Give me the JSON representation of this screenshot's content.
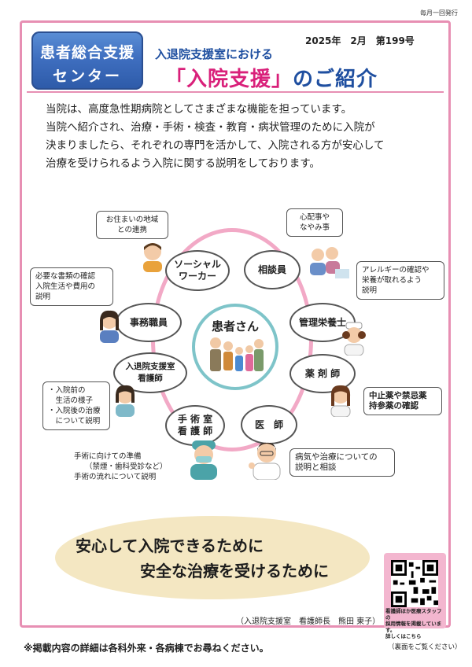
{
  "header": {
    "top_note": "毎月一回発行",
    "logo_line1": "患者総合支援",
    "logo_line2": "センター",
    "issue": "2025年　2月　第199号",
    "subtitle": "入退院支援室における",
    "title_highlight": "「入院支援」",
    "title_rest": "のご紹介"
  },
  "intro": {
    "line1": "当院は、高度急性期病院としてさまざまな機能を担っています。",
    "line2": "当院へ紹介され、治療・手術・検査・教育・病状管理のために入院が",
    "line3": "決まりましたら、それぞれの専門を活かして、入院される方が安心して",
    "line4": "治療を受けられるよう入院に関する説明をしております。"
  },
  "diagram": {
    "center": "患者さん",
    "nodes": {
      "social_worker_1": "ソーシャル",
      "social_worker_2": "ワーカー",
      "counselor": "相談員",
      "clerk": "事務職員",
      "dietitian": "管理栄養士",
      "ward_nurse_1": "入退院支援室",
      "ward_nurse_2": "看護師",
      "pharmacist": "薬 剤 師",
      "or_nurse_1": "手 術 室",
      "or_nurse_2": "看 護 師",
      "doctor": "医　師"
    },
    "bubbles": {
      "social_worker_1": "お住まいの地域",
      "social_worker_2": "との連携",
      "counselor_1": "心配事や",
      "counselor_2": "なやみ事",
      "clerk_1": "必要な書類の確認",
      "clerk_2": "入院生活や費用の",
      "clerk_3": "説明",
      "dietitian_1": "アレルギーの確認や",
      "dietitian_2": "栄養が取れるよう",
      "dietitian_3": "説明",
      "ward_nurse_1": "・入院前の",
      "ward_nurse_2": "　生活の様子",
      "ward_nurse_3": "・入院後の治療",
      "ward_nurse_4": "　について説明",
      "pharmacist_1": "中止薬や禁忌薬",
      "pharmacist_2": "持参薬の確認",
      "or_nurse_1": "手術に向けての準備",
      "or_nurse_2": "（禁煙・歯科受診など）",
      "or_nurse_3": "手術の流れについて説明",
      "doctor_1": "病気や治療についての",
      "doctor_2": "説明と相談"
    }
  },
  "banner": {
    "line1": "安心して入院できるために",
    "line2": "安全な治療を受けるために"
  },
  "credit": "（入退院支援室　看護師長　熊田 東子）",
  "qr_text": {
    "line1": "看護師ほか医療スタッフの",
    "line2": "採用情報を掲載しています。",
    "line3": "詳しくはこちら"
  },
  "footer": {
    "note": "※掲載内容の詳細は各科外来・各病棟でお尋ねください。",
    "back": "（裏面をご覧ください）"
  },
  "colors": {
    "frame_pink": "#e78fb3",
    "title_blue": "#1f4fa0",
    "highlight_pink": "#d9207a",
    "ring_pink": "#f2a9c6",
    "center_teal": "#7ec4c9",
    "banner_beige": "#f4e7c2"
  },
  "icons": [
    "person-illustration",
    "family-illustration",
    "qr-code-icon"
  ]
}
